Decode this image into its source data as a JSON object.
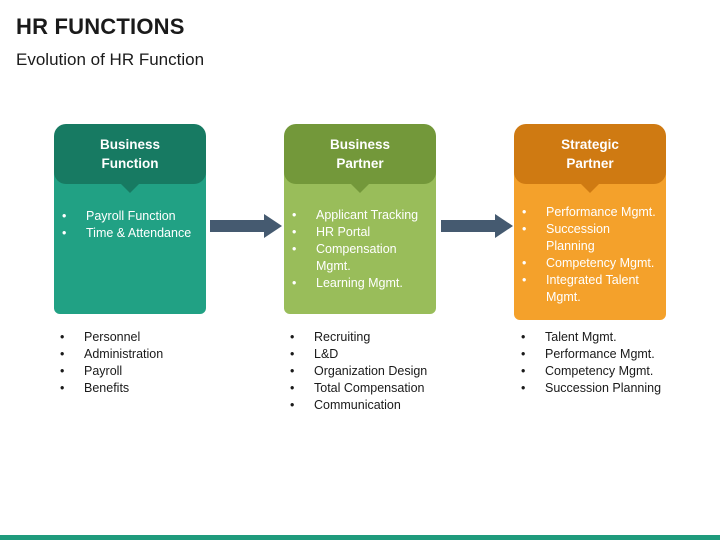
{
  "header": {
    "title": "HR FUNCTIONS",
    "subtitle": "Evolution of HR Function"
  },
  "stages": [
    {
      "heading_line1": "Business",
      "heading_line2": "Function",
      "head_color": "#177a62",
      "body_color": "#21a184",
      "items": [
        "Payroll Function",
        "Time & Attendance"
      ],
      "below": [
        "Personnel",
        "Administration",
        "Payroll",
        "Benefits"
      ]
    },
    {
      "heading_line1": "Business",
      "heading_line2": "Partner",
      "head_color": "#73983a",
      "body_color": "#99bd5a",
      "items": [
        "Applicant Tracking",
        "HR Portal",
        "Compensation Mgmt.",
        "Learning Mgmt."
      ],
      "below": [
        "Recruiting",
        "L&D",
        "Organization Design",
        "Total Compensation",
        "Communication"
      ]
    },
    {
      "heading_line1": "Strategic",
      "heading_line2": "Partner",
      "head_color": "#cf7a12",
      "body_color": "#f4a12b",
      "items": [
        "Performance Mgmt.",
        "Succession Planning",
        "Competency Mgmt.",
        "Integrated Talent Mgmt."
      ],
      "below": [
        "Talent Mgmt.",
        "Performance Mgmt.",
        "Competency Mgmt.",
        "Succession Planning"
      ]
    }
  ],
  "colors": {
    "arrow": "#455a70",
    "footer_bar": "#1f9b7c"
  }
}
